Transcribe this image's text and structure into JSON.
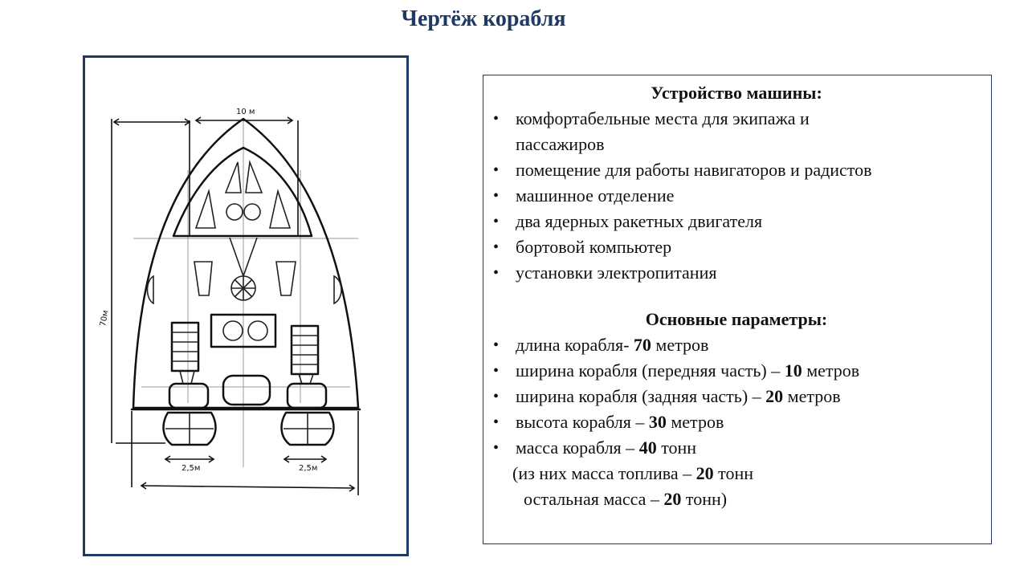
{
  "title": "Чертёж корабля",
  "drawing": {
    "label_width_front": "10 м",
    "label_length": "70м",
    "label_engine_left": "2,5м",
    "label_engine_right": "2,5м"
  },
  "device": {
    "heading": "Устройство машины:",
    "items": [
      "комфортабельные места для экипажа и",
      "пассажиров",
      "помещение для работы навигаторов и радистов",
      "машинное отделение",
      "два ядерных ракетных двигателя",
      "бортовой компьютер",
      "установки электропитания"
    ]
  },
  "params": {
    "heading": "Основные параметры:",
    "items": [
      {
        "text": "длина корабля- ",
        "value": "70",
        "unit": " метров"
      },
      {
        "text": "ширина корабля (передняя часть) – ",
        "value": "10",
        "unit": " метров"
      },
      {
        "text": "ширина корабля (задняя часть) – ",
        "value": "20",
        "unit": " метров"
      },
      {
        "text": "высота корабля – ",
        "value": "30",
        "unit": " метров"
      },
      {
        "text": "масса корабля – ",
        "value": "40",
        "unit": " тонн"
      }
    ],
    "note1": {
      "text": "(из них масса топлива – ",
      "value": "20",
      "unit": " тонн"
    },
    "note2": {
      "text": "остальная масса – ",
      "value": "20",
      "unit": " тонн)"
    }
  }
}
